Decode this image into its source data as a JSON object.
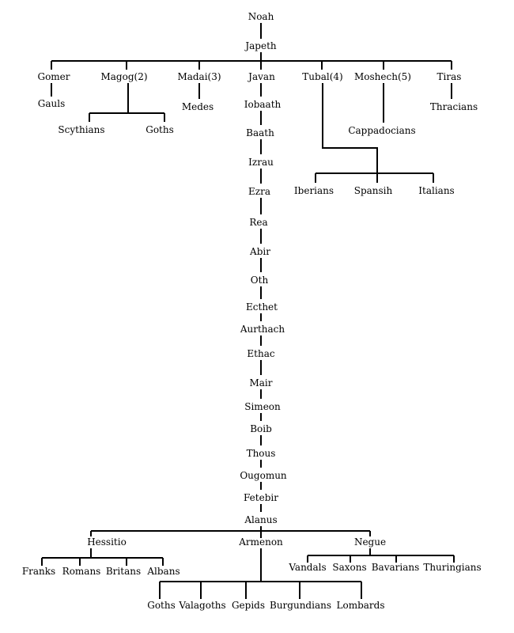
{
  "nodes": {
    "noah": "Noah",
    "japeth": "Japeth",
    "gomer": "Gomer",
    "magog": "Magog(2)",
    "madai": "Madai(3)",
    "javan": "Javan",
    "tubal": "Tubal(4)",
    "moshech": "Moshech(5)",
    "tiras": "Tiras",
    "gauls": "Gauls",
    "scythians": "Scythians",
    "goths1": "Goths",
    "medes": "Medes",
    "cappadocians": "Cappadocians",
    "thracians": "Thracians",
    "iberians": "Iberians",
    "spansih": "Spansih",
    "italians": "Italians",
    "iobaath": "Iobaath",
    "baath": "Baath",
    "izrau": "Izrau",
    "ezra": "Ezra",
    "rea": "Rea",
    "abir": "Abir",
    "oth": "Oth",
    "ecthet": "Ecthet",
    "aurthach": "Aurthach",
    "ethac": "Ethac",
    "mair": "Mair",
    "simeon": "Simeon",
    "boib": "Boib",
    "thous": "Thous",
    "ougomun": "Ougomun",
    "fetebir": "Fetebir",
    "alanus": "Alanus",
    "hessitio": "Hessitio",
    "armenon": "Armenon",
    "negue": "Negue",
    "franks": "Franks",
    "romans": "Romans",
    "britans": "Britans",
    "albans": "Albans",
    "vandals": "Vandals",
    "saxons": "Saxons",
    "bavarians": "Bavarians",
    "thuringians": "Thuringians",
    "goths2": "Goths",
    "valagoths": "Valagoths",
    "gepids": "Gepids",
    "burgundians": "Burgundians",
    "lombards": "Lombards"
  },
  "edges": [
    [
      "noah",
      [
        "japeth"
      ]
    ],
    [
      "japeth",
      [
        "gomer",
        "magog",
        "madai",
        "javan",
        "tubal",
        "moshech",
        "tiras"
      ]
    ],
    [
      "gomer",
      [
        "gauls"
      ]
    ],
    [
      "magog",
      [
        "scythians",
        "goths1"
      ]
    ],
    [
      "madai",
      [
        "medes"
      ]
    ],
    [
      "tubal",
      [
        "iberians",
        "spansih",
        "italians"
      ]
    ],
    [
      "moshech",
      [
        "cappadocians"
      ]
    ],
    [
      "tiras",
      [
        "thracians"
      ]
    ],
    [
      "javan",
      [
        "iobaath"
      ]
    ],
    [
      "iobaath",
      [
        "baath"
      ]
    ],
    [
      "baath",
      [
        "izrau"
      ]
    ],
    [
      "izrau",
      [
        "ezra"
      ]
    ],
    [
      "ezra",
      [
        "rea"
      ]
    ],
    [
      "rea",
      [
        "abir"
      ]
    ],
    [
      "abir",
      [
        "oth"
      ]
    ],
    [
      "oth",
      [
        "ecthet"
      ]
    ],
    [
      "ecthet",
      [
        "aurthach"
      ]
    ],
    [
      "aurthach",
      [
        "ethac"
      ]
    ],
    [
      "ethac",
      [
        "mair"
      ]
    ],
    [
      "mair",
      [
        "simeon"
      ]
    ],
    [
      "simeon",
      [
        "boib"
      ]
    ],
    [
      "boib",
      [
        "thous"
      ]
    ],
    [
      "thous",
      [
        "ougomun"
      ]
    ],
    [
      "ougomun",
      [
        "fetebir"
      ]
    ],
    [
      "fetebir",
      [
        "alanus"
      ]
    ],
    [
      "alanus",
      [
        "hessitio",
        "armenon",
        "negue"
      ]
    ],
    [
      "hessitio",
      [
        "franks",
        "romans",
        "britans",
        "albans"
      ]
    ],
    [
      "negue",
      [
        "vandals",
        "saxons",
        "bavarians",
        "thuringians"
      ]
    ],
    [
      "armenon",
      [
        "goths2",
        "valagoths",
        "gepids",
        "burgundians",
        "lombards"
      ]
    ]
  ]
}
